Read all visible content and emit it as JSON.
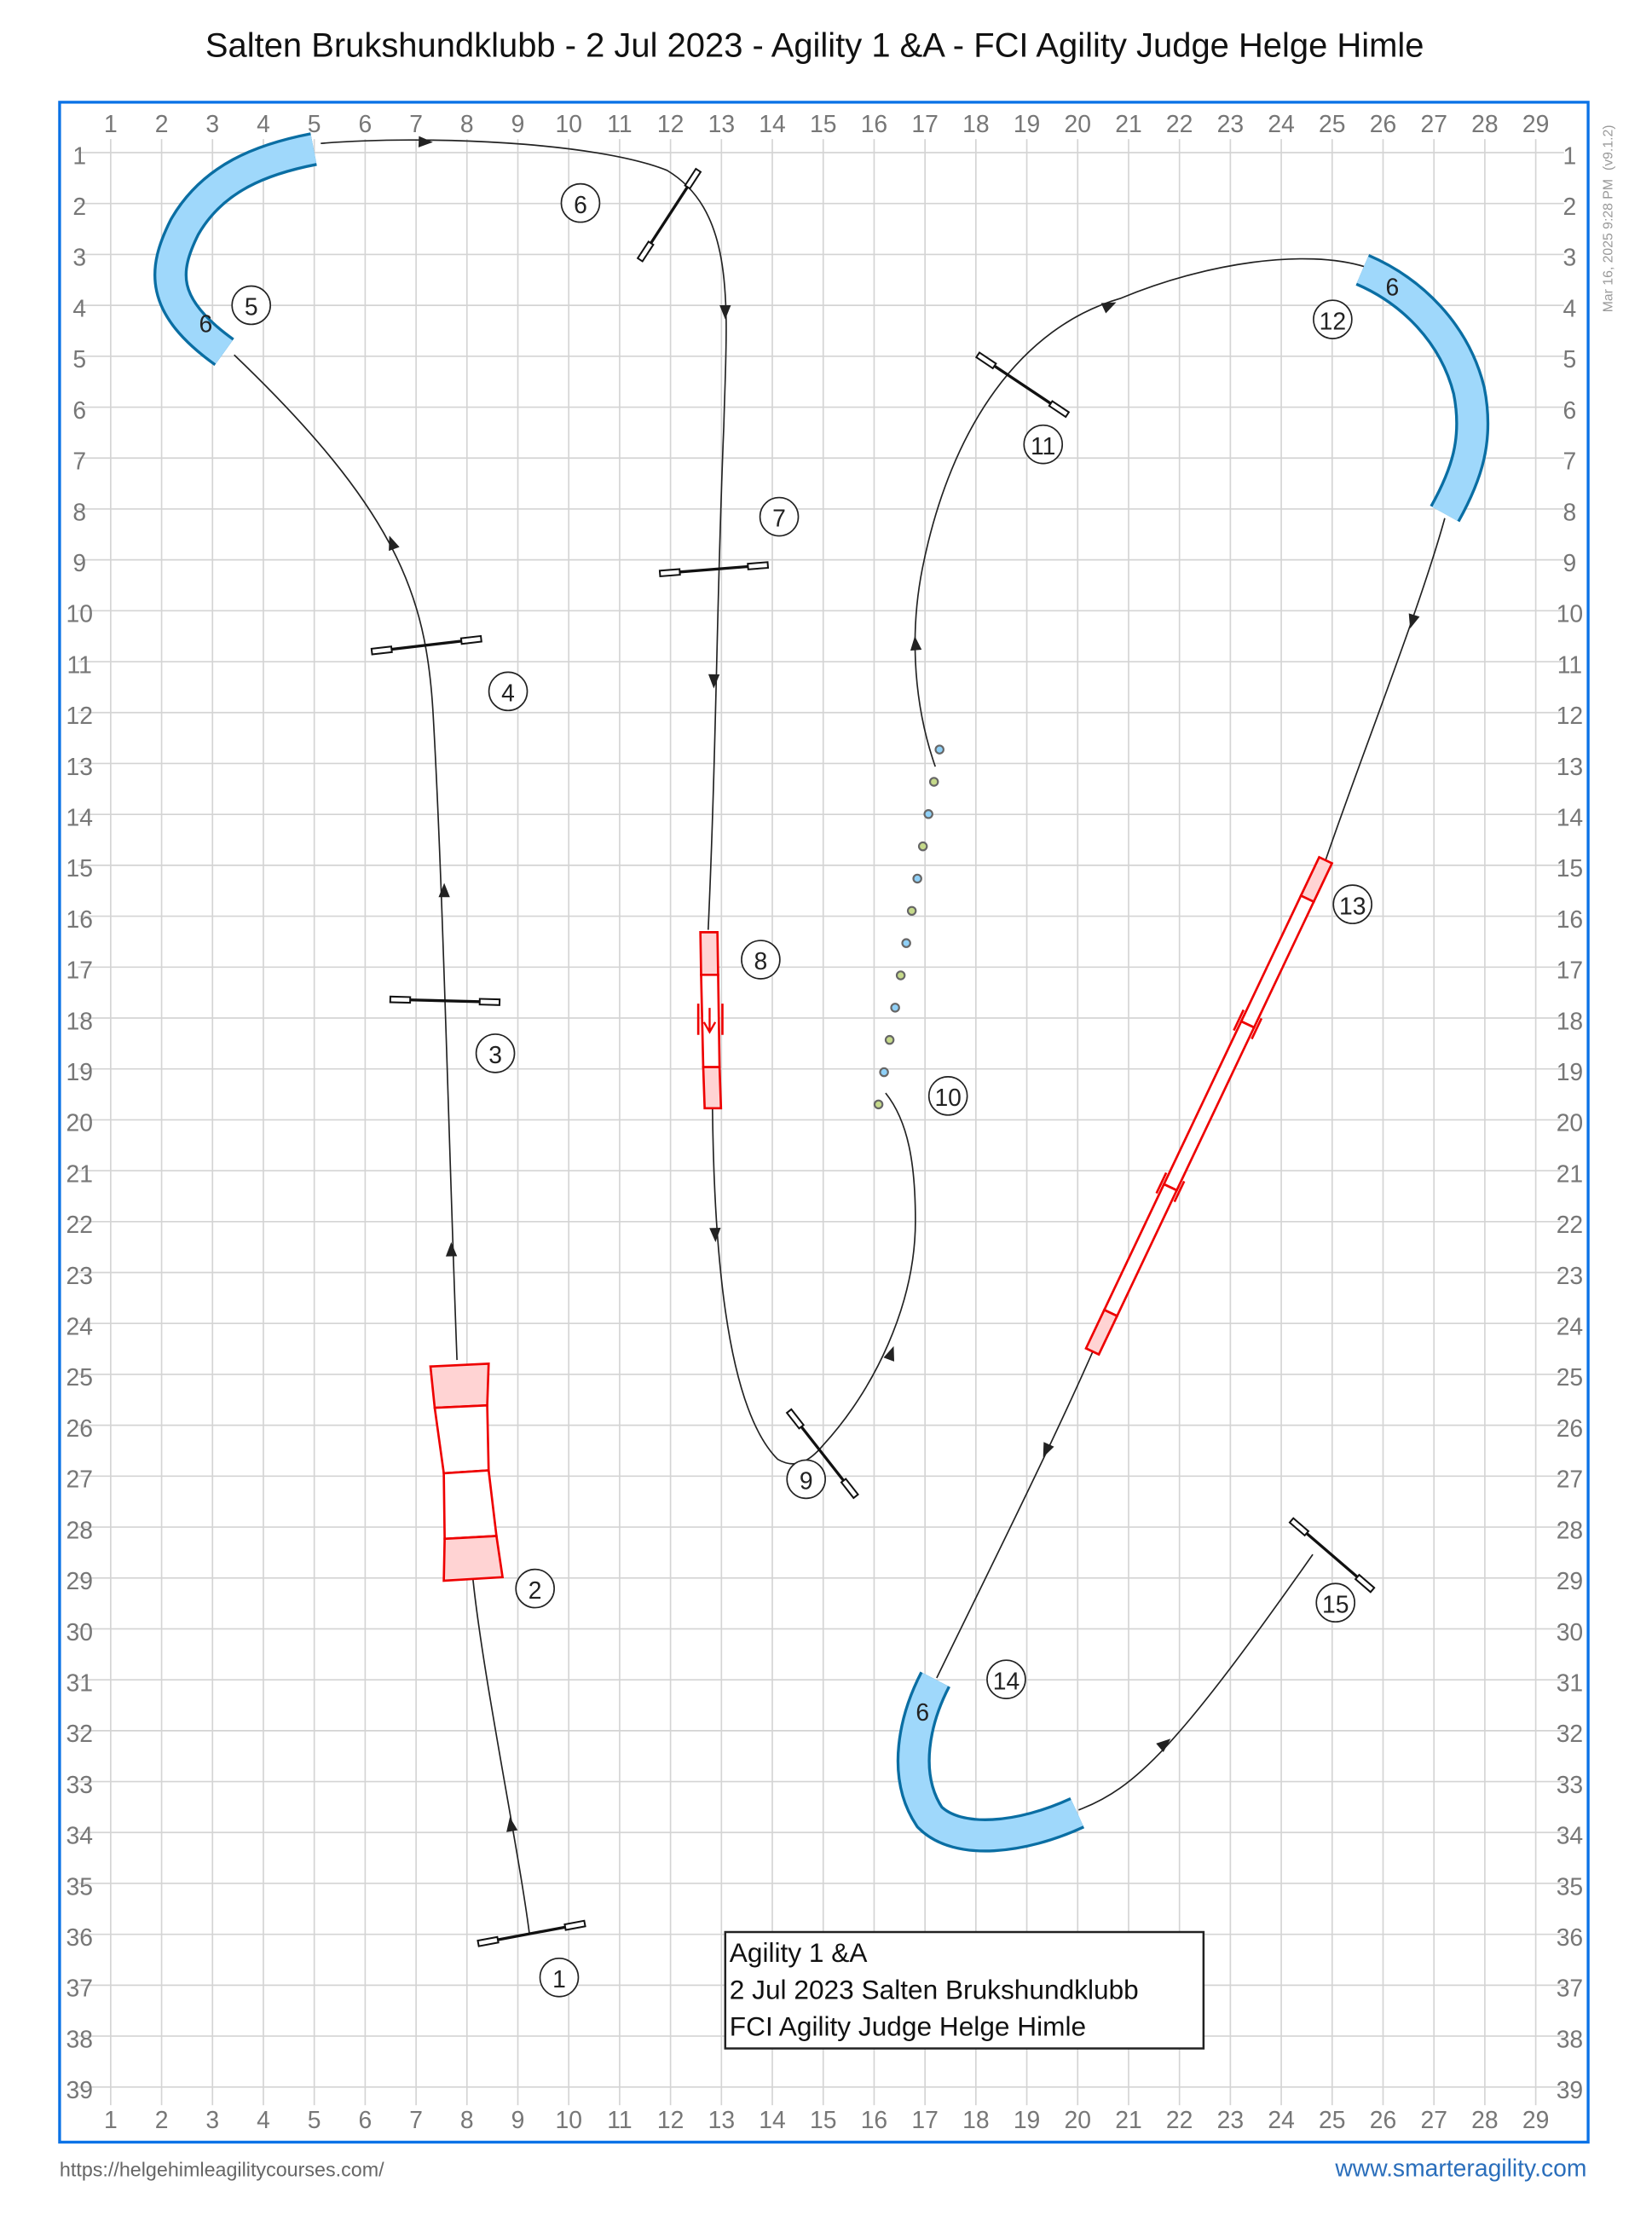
{
  "title": "Salten Brukshundklubb - 2 Jul 2023 - Agility 1 &A - FCI Agility Judge Helge Himle",
  "timestamp": "Mar 16, 2025 9:28 PM",
  "version": "(v9.1.2)",
  "grid": {
    "columns": [
      "1",
      "2",
      "3",
      "4",
      "5",
      "6",
      "7",
      "8",
      "9",
      "10",
      "11",
      "12",
      "13",
      "14",
      "15",
      "16",
      "17",
      "18",
      "19",
      "20",
      "21",
      "22",
      "23",
      "24",
      "25",
      "26",
      "27",
      "28",
      "29"
    ],
    "rows": [
      "1",
      "2",
      "3",
      "4",
      "5",
      "6",
      "7",
      "8",
      "9",
      "10",
      "11",
      "12",
      "13",
      "14",
      "15",
      "16",
      "17",
      "18",
      "19",
      "20",
      "21",
      "22",
      "23",
      "24",
      "25",
      "26",
      "27",
      "28",
      "29",
      "30",
      "31",
      "32",
      "33",
      "34",
      "35",
      "36",
      "37",
      "38",
      "39"
    ]
  },
  "obstacles": {
    "n1": "1",
    "n2": "2",
    "n3": "3",
    "n4": "4",
    "n5": "5",
    "n6": "6",
    "n7": "7",
    "n8": "8",
    "n9": "9",
    "n10": "10",
    "n11": "11",
    "n12": "12",
    "n13": "13",
    "n14": "14",
    "n15": "15"
  },
  "tunnel_labels": {
    "t5": "6",
    "t12": "6",
    "t14": "6"
  },
  "info_box": {
    "line1": "Agility 1 &A",
    "line2": "2 Jul 2023 Salten Brukshundklubb",
    "line3": "FCI Agility Judge Helge Himle"
  },
  "footer": {
    "url": "https://helgehimleagilitycourses.com/",
    "brand": "www.smarteragility.com"
  },
  "colors": {
    "border": "#0a72e6",
    "grid": "#d4d4d4",
    "tunnel_fill": "#9fd8fb",
    "tunnel_stroke": "#0a6ea3",
    "contact": "#ee0000",
    "weave_blue": "#8fd0f7",
    "weave_green": "#c5d98a",
    "brand": "#2a6ebb"
  }
}
